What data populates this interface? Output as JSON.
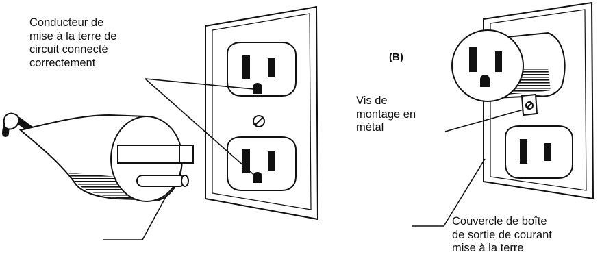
{
  "labels": {
    "grounding_conductor": "Conducteur de\nmise à la terre de\ncircuit connecté\ncorrectement",
    "panel_b": "(B)",
    "mounting_screw": "Vis de\nmontage en\nmétal",
    "box_cover": "Couvercle de boîte\nde sortie de courant\nmise à la terre"
  }
}
